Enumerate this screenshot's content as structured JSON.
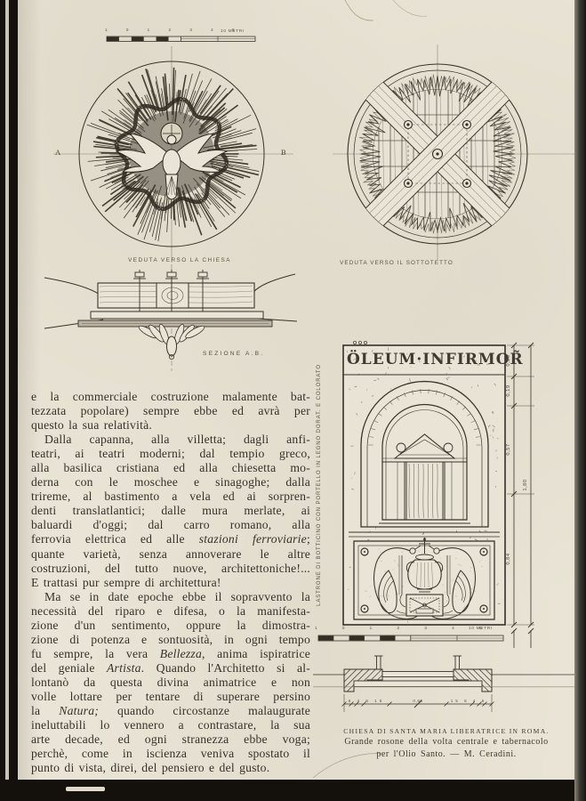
{
  "palette": {
    "paper": "#e9e4d5",
    "ink": "#39332a"
  },
  "drawings": {
    "scalebar_top": {
      "ticks": "1 0 1 2 3 4 5",
      "unit_label": "10 METRI"
    },
    "rosette": {
      "caption": "VEDUTA VERSO LA CHIESA",
      "marker_left": "A",
      "marker_right": "B"
    },
    "sottotetto": {
      "caption": "VEDUTA VERSO IL SOTTOTETTO"
    },
    "sezione": {
      "caption": "SEZIONE A.B."
    },
    "tabernacle": {
      "title": "ÖLEUM·INFIRMOR̃",
      "side_caption": "LASTRONE DI BOTTICINO CON PORTELLO IN LEGNO DORAT. E COLORATO",
      "dim_segments": [
        "0,20",
        "0,19",
        "0,57",
        "0,84"
      ],
      "dim_total": "1,80",
      "scalebar": {
        "ticks": "1 0 1 2 3 4 5",
        "unit_label": "10 METRI"
      },
      "plan_dims": {
        "left": "6 4 6 15",
        "middle": "0,60",
        "right": "15 6 4 6"
      }
    },
    "figure_caption": {
      "line1": "CHIESA DI SANTA MARIA LIBERATRICE IN ROMA.",
      "line2": "Grande rosone della volta centrale e tabernacolo",
      "line3": "per l'Olio Santo. — M. Ceradini."
    }
  },
  "text": {
    "paragraph1": {
      "lines": [
        "e la commerciale costruzione malamente bat-",
        "tezzata popolare) sempre ebbe ed avrà per",
        "questo la sua relatività."
      ]
    },
    "paragraph2": {
      "lines": [
        "Dalla capanna, alla villetta; dagli anfi-",
        "teatri, ai teatri moderni; dal tempio greco,",
        "alla basilica cristiana ed alla chiesetta mo-",
        "derna con le moschee e sinagoghe; dalla",
        "trireme, al bastimento a vela ed ai sorpren-",
        "denti translatlantici; dalle mura merlate, ai",
        "baluardi d'oggi; dal carro romano, alla",
        "ferrovia elettrica ed alle *stazioni ferroviarie*;",
        "quante varietà, senza annoverare le altre",
        "costruzioni, del tutto nuove, architettoniche!...",
        "E trattasi pur sempre di architettura!"
      ]
    },
    "paragraph3": {
      "lines": [
        "Ma se in date epoche ebbe il sopravvento la",
        "necessità del riparo e difesa, o la manifesta-",
        "zione d'un sentimento, oppure la dimostra-",
        "zione di potenza e sontuosità, in ogni tempo",
        "fu sempre, la vera *Bellezza*, anima ispiratrice",
        "del geniale *Artista*. Quando l'Architetto si al-",
        "lontanò da questa divina animatrice e non",
        "volle lottare per tentare di superare persino",
        "la *Natura;* quando circostanze malaugurate",
        "ineluttabili lo vennero a contrastare, la sua",
        "arte decade, ed ogni stranezza ebbe voga;",
        "perchè, come in iscienza veniva spostato il",
        "punto di vista, direi, del pensiero e del gusto."
      ]
    }
  }
}
